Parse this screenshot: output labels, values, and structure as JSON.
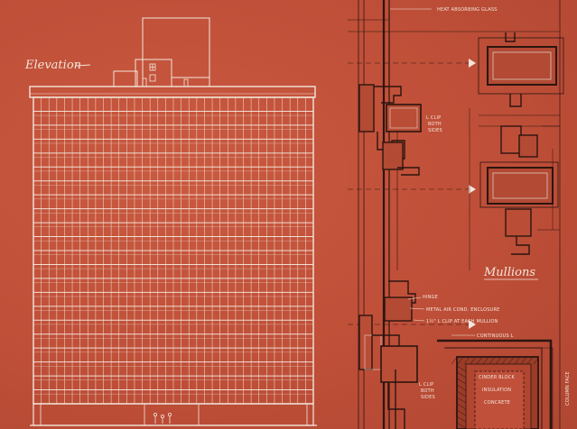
{
  "titles": {
    "elevation": "Elevation",
    "mullions": "Mullions"
  },
  "annotations": {
    "heat_glass": "HEAT ABSORBING GLASS",
    "l_clip_upper": [
      "L CLIP",
      "BOTH",
      "SIDES"
    ],
    "hinge": "HINGE",
    "enclosure": "METAL AIR COND. ENCLOSURE",
    "clip_each_mullion": "1½\" L CLIP AT EACH MULLION",
    "continuous_l": "CONTINUOUS L",
    "l_clip_lower": [
      "L CLIP",
      "BOTH",
      "SIDES"
    ],
    "cinder_block": "CINDER BLOCK",
    "insulation": "INSULATION",
    "concrete": "CONCRETE",
    "column_face": "COLUMN FACE"
  },
  "colors": {
    "paper": "#c0503a",
    "ink": "#f3e6dc",
    "dark_ink": "#3a1a12"
  }
}
